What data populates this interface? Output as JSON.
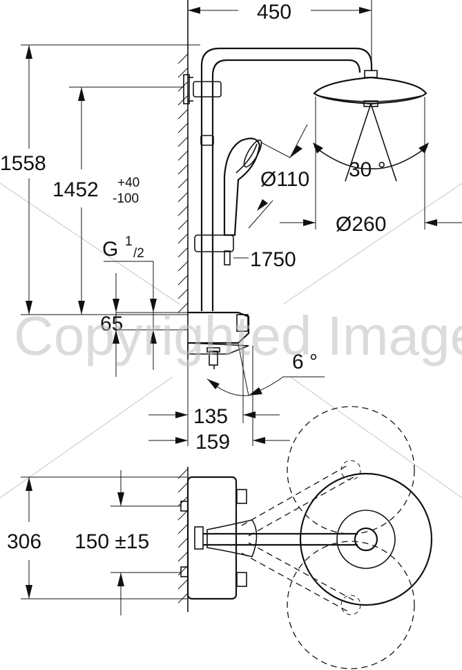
{
  "side_view": {
    "width_450": "450",
    "height_1558": "1558",
    "height_1452": "1452",
    "tol_plus": "+40",
    "tol_minus": "-100",
    "thread_g": "G",
    "thread_num": "1",
    "thread_den": "/2",
    "depth_65": "65",
    "hand_dia": "Ø110",
    "head_angle": "30 °",
    "head_dia": "Ø260",
    "bar_len": "1750",
    "tilt": "6 °",
    "proj_135": "135",
    "proj_159": "159"
  },
  "top_view": {
    "height_306": "306",
    "spacing": "150 ±15"
  },
  "watermark": "Copyrighted Image"
}
